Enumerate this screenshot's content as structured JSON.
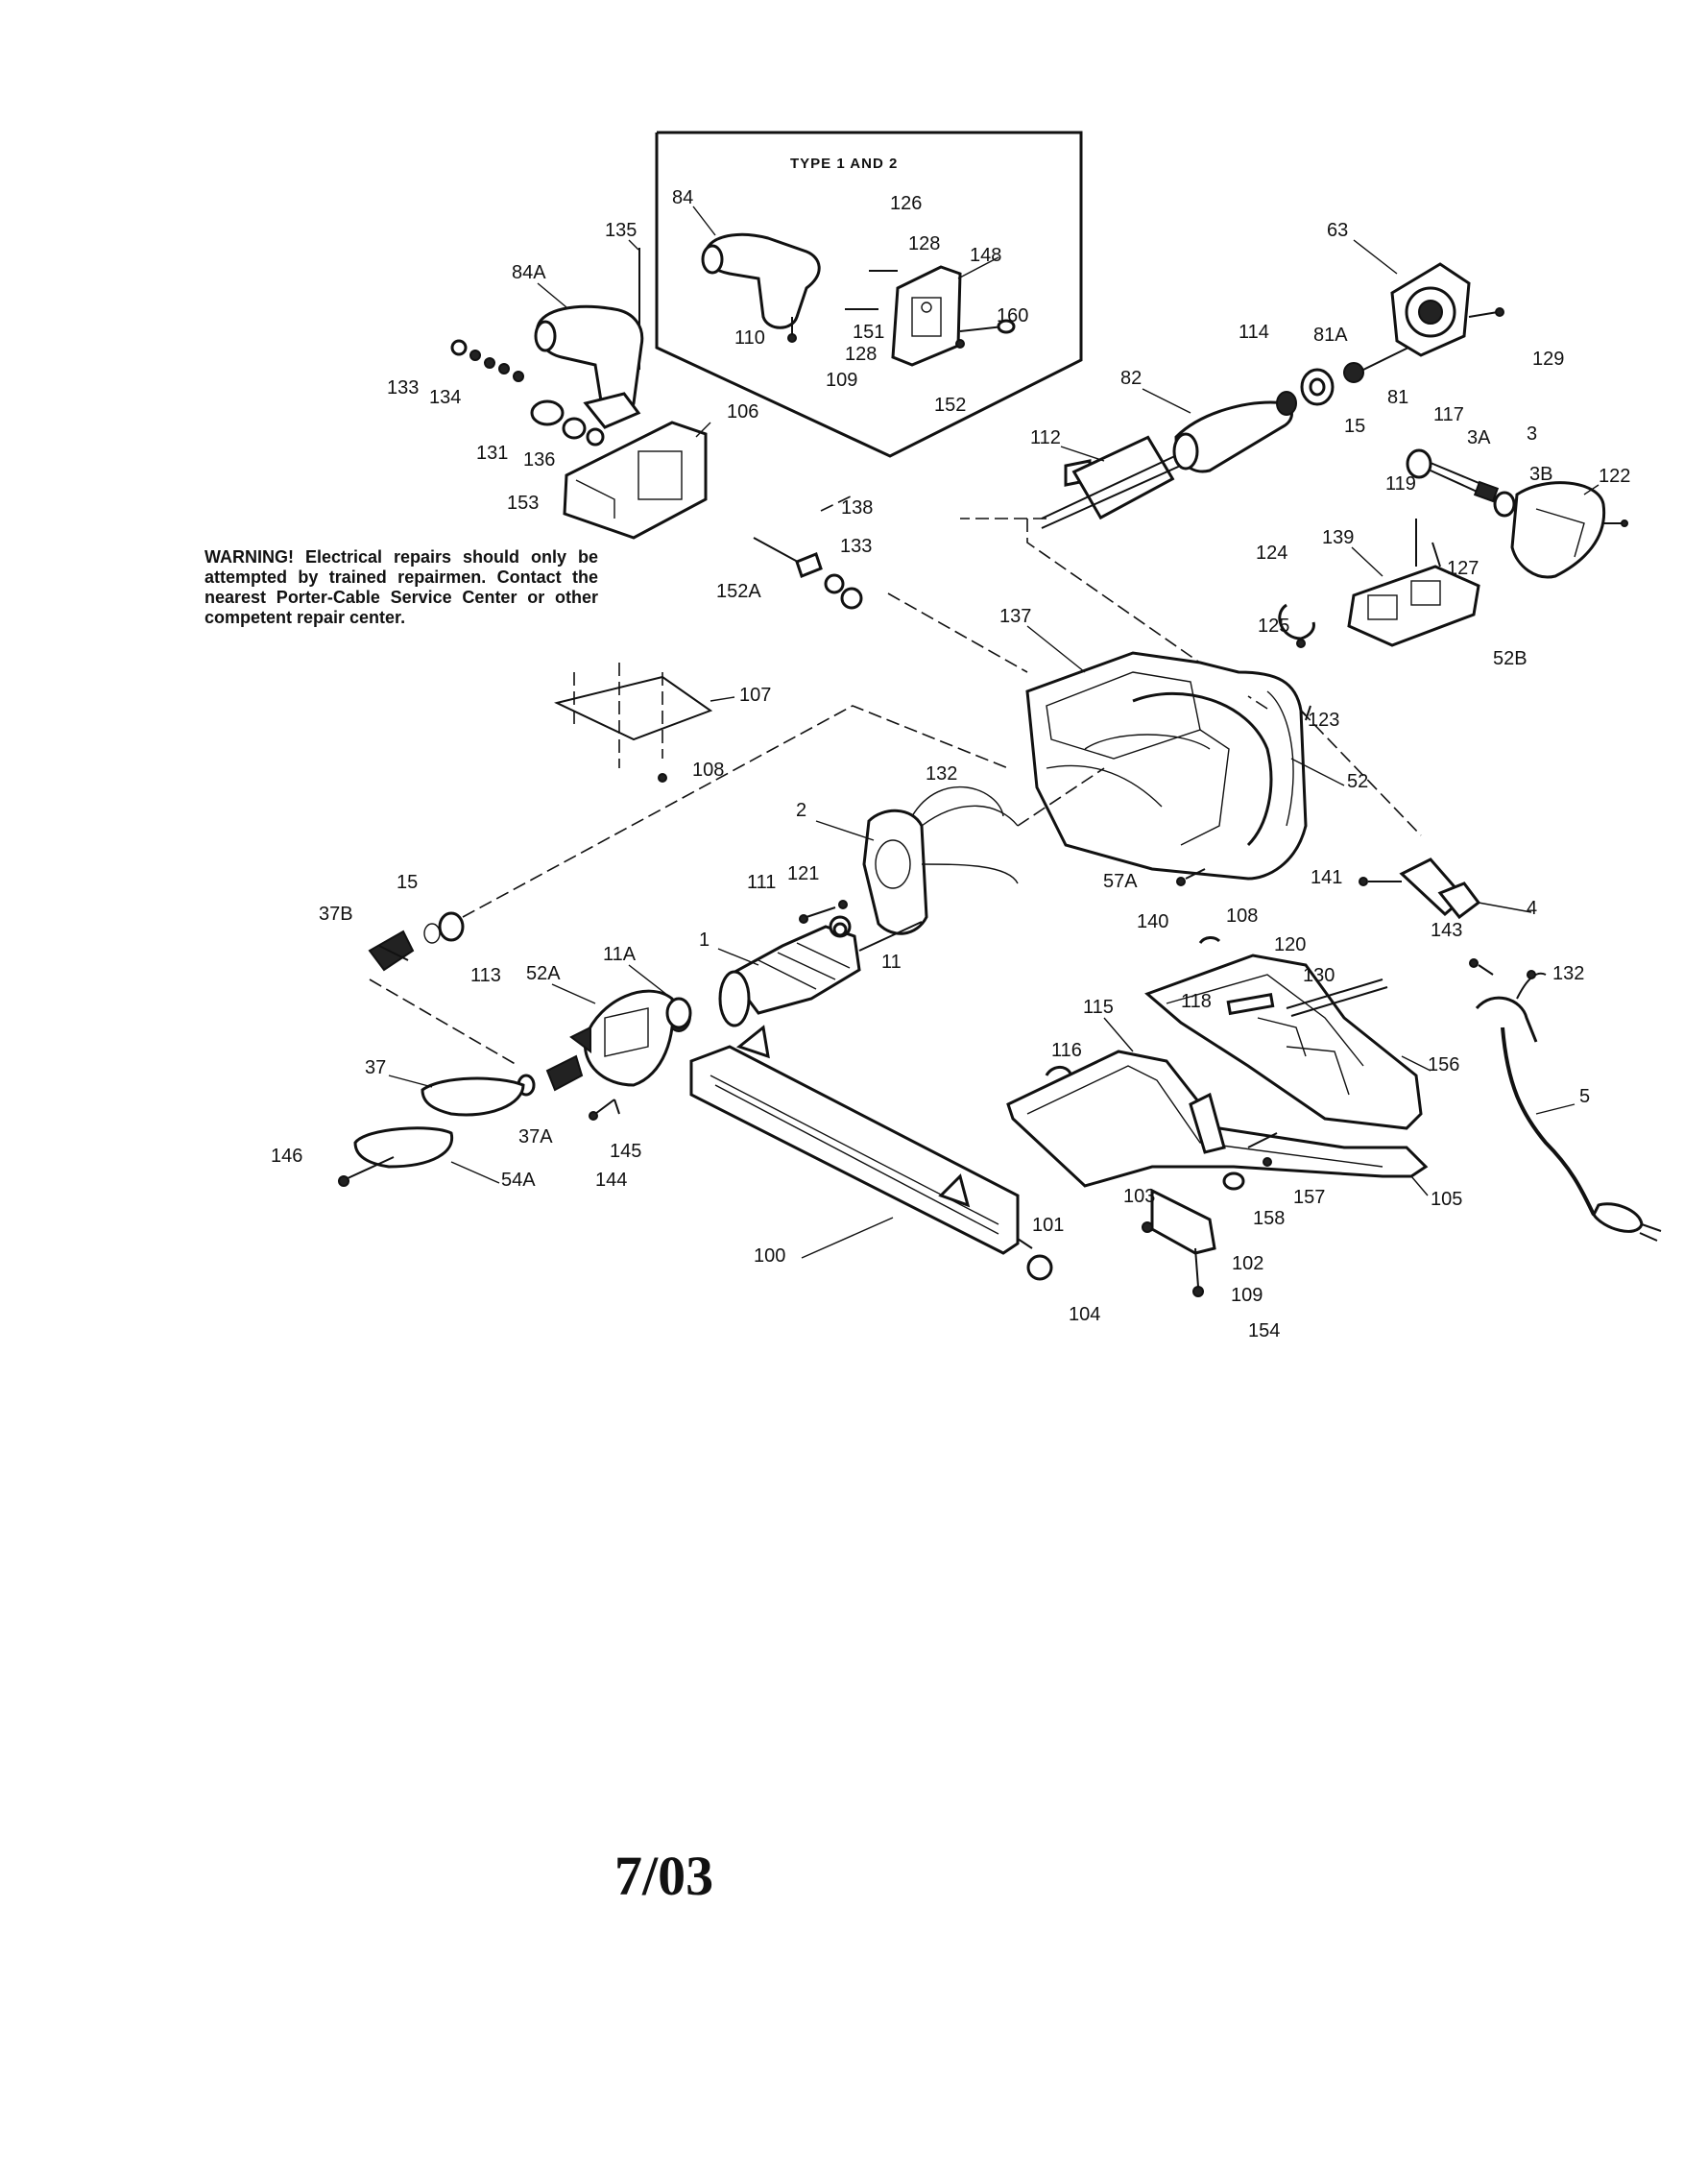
{
  "inset": {
    "title": "TYPE 1 AND 2"
  },
  "warning": {
    "text": "WARNING! Electrical repairs should only be attempted by trained repairmen. Contact the nearest Porter-Cable Service Center or other competent repair center."
  },
  "date_stamp": "7/03",
  "labels": {
    "l84": "84",
    "l126": "126",
    "l128a": "128",
    "l148": "148",
    "l151": "151",
    "l128b": "128",
    "l160": "160",
    "l110": "110",
    "l109a": "109",
    "l152": "152",
    "l135": "135",
    "l84A": "84A",
    "l133a": "133",
    "l134": "134",
    "l131": "131",
    "l136": "136",
    "l153": "153",
    "l106": "106",
    "l63": "63",
    "l129": "129",
    "l81A": "81A",
    "l114": "114",
    "l82": "82",
    "l15a": "15",
    "l81": "81",
    "l117": "117",
    "l112": "112",
    "l3A": "3A",
    "l3": "3",
    "l3B": "3B",
    "l122": "122",
    "l119": "119",
    "l139": "139",
    "l124": "124",
    "l127": "127",
    "l125": "125",
    "l52B": "52B",
    "l138": "138",
    "l133b": "133",
    "l152A": "152A",
    "l137": "137",
    "l107": "107",
    "l108a": "108",
    "l123": "123",
    "l52": "52",
    "l132a": "132",
    "l2": "2",
    "l57A": "57A",
    "l141": "141",
    "l4": "4",
    "l15b": "15",
    "l111": "111",
    "l121": "121",
    "l1": "1",
    "l37B": "37B",
    "l113": "113",
    "l11": "11",
    "l52A": "52A",
    "l11A": "11A",
    "l140": "140",
    "l108b": "108",
    "l120": "120",
    "l143": "143",
    "l132b": "132",
    "l118": "118",
    "l130": "130",
    "l115": "115",
    "l37": "37",
    "l156": "156",
    "l116": "116",
    "l5": "5",
    "l37A": "37A",
    "l145": "145",
    "l146": "146",
    "l144": "144",
    "l54A": "54A",
    "l157": "157",
    "l158": "158",
    "l105": "105",
    "l101": "101",
    "l103": "103",
    "l100": "100",
    "l102": "102",
    "l109b": "109",
    "l104": "104",
    "l154": "154"
  }
}
